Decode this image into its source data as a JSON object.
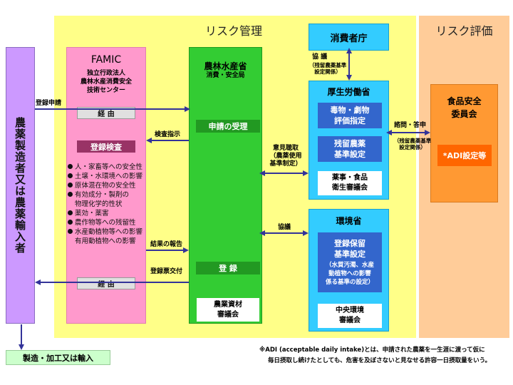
{
  "regions": {
    "management_title": "リスク管理",
    "evaluation_title": "リスク評価"
  },
  "applicant": {
    "label": "農薬製造者又は農薬輸入者",
    "outcome": "製造・加工又は輸入"
  },
  "famic": {
    "title": "FAMIC",
    "subtitle": [
      "独立行政法人",
      "農林水産消費安全",
      "技術センター"
    ],
    "via_label": "経 由",
    "inspection_label": "登録検査",
    "items": [
      "人・家畜等への安全性",
      "土壌・水環境への影響",
      "原体混在物の安全性",
      "有効成分・製剤の",
      "物理化学的性状",
      "薬効・薬害",
      "農作物等への残留性",
      "水産動植物等への影響",
      "有用動植物への影響"
    ],
    "via_label_bottom": "経 由"
  },
  "maff": {
    "title": "農林水産省",
    "subtitle": "消費・安全局",
    "receipt_label": "申請の受理",
    "registration_label": "登 録",
    "council": [
      "農業資材",
      "審議会"
    ]
  },
  "consumer_agency": {
    "title": "消費者庁"
  },
  "mhlw": {
    "title": "厚生労働省",
    "box1": [
      "毒物・劇物",
      "評価指定"
    ],
    "box2": [
      "残留農薬",
      "基準設定"
    ],
    "council": [
      "薬事・食品",
      "衛生審議会"
    ]
  },
  "moe": {
    "title": "環境省",
    "box": [
      "登録保留",
      "基準設定"
    ],
    "box_note": [
      "（水質汚濁、水産",
      "動植物への影響",
      "係る基準の設定）"
    ],
    "council": [
      "中央環境",
      "審議会"
    ]
  },
  "fsc": {
    "title": [
      "食品安全",
      "委員会"
    ],
    "adi_label": "*ADI設定等"
  },
  "flows": {
    "application": "登録申請",
    "inspection_instruction": "検査指示",
    "result_report": "結果の報告",
    "certificate_delivery": "登録票交付",
    "opinion": [
      "意見聴取",
      "（農薬使用",
      "基準制定）"
    ],
    "consult_top": "協 議",
    "consult_top_note": [
      "（残留農薬基準",
      "設定関係）"
    ],
    "consult_mid": "協議",
    "inquiry_response": "諮問・答申",
    "inquiry_note": [
      "（残留農薬基準",
      "設定関係）"
    ]
  },
  "footnote": [
    "※ADI (acceptable daily intake)とは、申請された農薬を一生涯に渡って仮に",
    "毎日摂取し続けたとしても、危害を及ぼさないと見なせる許容一日摂取量をいう。"
  ]
}
